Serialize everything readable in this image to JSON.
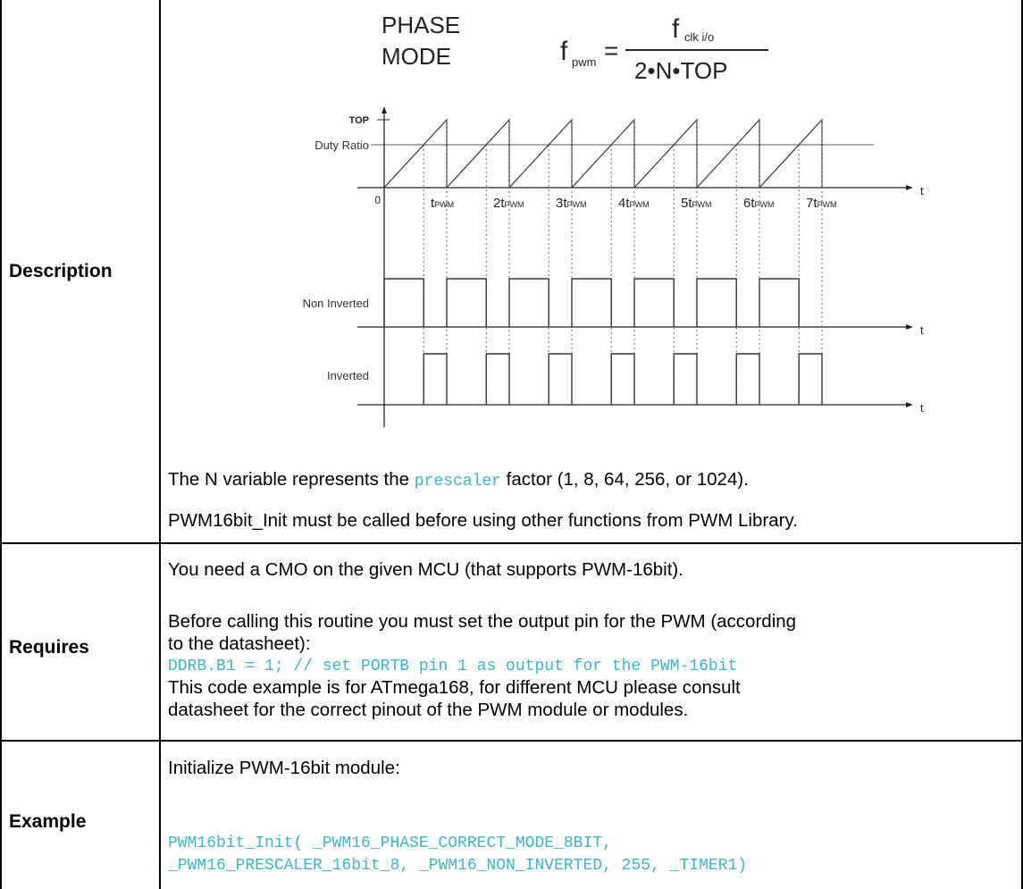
{
  "description": {
    "label": "Description",
    "figure": {
      "mode_title_line1": "PHASE",
      "mode_title_line2": "MODE",
      "formula_lhs_f": "f",
      "formula_lhs_sub": "pwm",
      "formula_eq": "=",
      "formula_num_f": "f",
      "formula_num_sub": "clk i/o",
      "formula_den": "2•N•TOP",
      "axis_top": "TOP",
      "axis_duty": "Duty Ratio",
      "axis_zero": "0",
      "axis_t": "t",
      "ticks": [
        {
          "coef": "",
          "t": "t",
          "sub": "PWM"
        },
        {
          "coef": "2",
          "t": "t",
          "sub": "PWM"
        },
        {
          "coef": "3",
          "t": "t",
          "sub": "PWM"
        },
        {
          "coef": "4",
          "t": "t",
          "sub": "PWM"
        },
        {
          "coef": "5",
          "t": "t",
          "sub": "PWM"
        },
        {
          "coef": "6",
          "t": "t",
          "sub": "PWM"
        },
        {
          "coef": "7",
          "t": "t",
          "sub": "PWM"
        }
      ],
      "non_inverted": "Non Inverted",
      "inverted": "Inverted"
    },
    "line1_pre": "The N variable represents the ",
    "line1_code": "prescaler",
    "line1_post": " factor (1, 8, 64, 256, or 1024).",
    "line2": "PWM16bit_Init must be called before using other functions from PWM Library."
  },
  "requires": {
    "label": "Requires",
    "line1": "You need a CMO on the given MCU (that supports PWM-16bit).",
    "line2": "Before calling this routine you must set the output pin for the PWM (according",
    "line3": "to the datasheet):",
    "code": "DDRB.B1 = 1; // set PORTB pin 1 as output for the PWM-16bit",
    "line4": "This code example is for ATmega168, for different MCU please consult",
    "line5": "datasheet for the correct pinout of the PWM module or modules."
  },
  "example": {
    "label": "Example",
    "line1": "Initialize PWM-16bit module:",
    "code1": "PWM16bit_Init( _PWM16_PHASE_CORRECT_MODE_8BIT,",
    "code2": "_PWM16_PRESCALER_16bit_8, _PWM16_NON_INVERTED, 255, _TIMER1)"
  }
}
